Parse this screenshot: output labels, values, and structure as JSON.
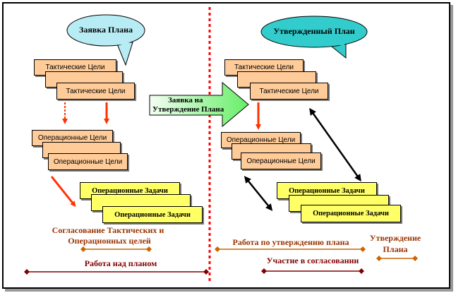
{
  "left": {
    "bubble": "Заявка Плана",
    "tactical_goals": [
      "Тактические Цели",
      "Тактические Цели"
    ],
    "operational_goals": [
      "Операционные Цели",
      "Операционные Цели"
    ],
    "operational_tasks": [
      "Операционные Задачи",
      "Операционные Задачи"
    ],
    "caption_line1": "Согласование Тактических  и",
    "caption_line2": "Операционных целей",
    "work_caption": "Работа над планом"
  },
  "center_arrow": {
    "line1": "Заявка на",
    "line2": "Утверждение Плана"
  },
  "right": {
    "bubble": "Утвержденный План",
    "tactical_goals": [
      "Тактические Цели",
      "Тактические Цели"
    ],
    "operational_goals": [
      "Операционные Цели",
      "Операционные Цели"
    ],
    "operational_tasks": [
      "Операционные Задачи",
      "Операционные Задачи"
    ],
    "approval_work": "Работа по утверждению плана",
    "approval_line1": "Утверждение",
    "approval_line2": "Плана",
    "participation": "Участие в согласовании"
  },
  "colors": {
    "peach": "#ffcc99",
    "yellow": "#ffff66",
    "bubble_left": "#b7ecf4",
    "bubble_right": "#33cccc",
    "divider": "#ff0000",
    "timeline_orange": "#cc6600",
    "timeline_dark": "#800000"
  }
}
